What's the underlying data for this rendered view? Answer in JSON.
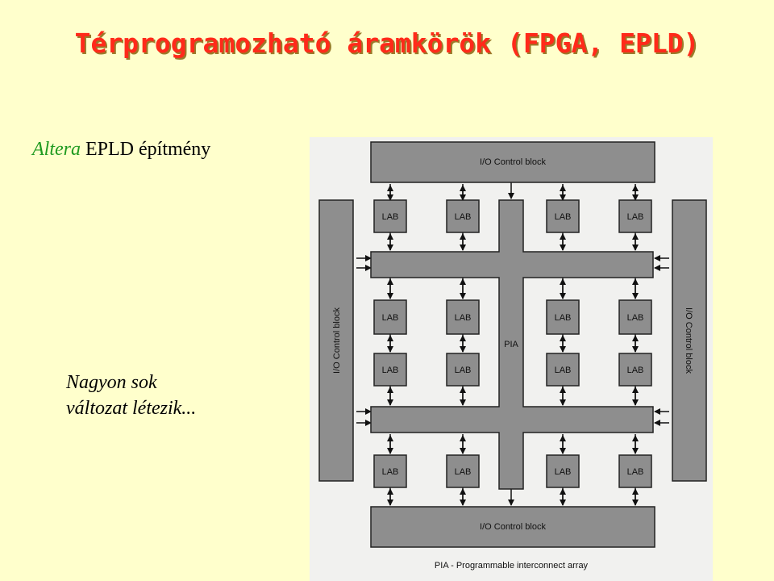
{
  "slide": {
    "title": "Térprogramozható áramkörök (FPGA, EPLD)",
    "subtitle_brand": "Altera",
    "subtitle_rest": " EPLD építmény",
    "note_line1": "Nagyon sok",
    "note_line2": "változat létezik..."
  },
  "diagram": {
    "io_top": "I/O Control block",
    "io_bottom": "I/O Control block",
    "io_left": "I/O Control block",
    "io_right": "I/O Control block",
    "lab": "LAB",
    "pia": "PIA",
    "caption": "PIA - Programmable interconnect array"
  },
  "colors": {
    "title": "#ff2a1a",
    "brand": "#1f9a1f",
    "background": "#ffffcc",
    "block_fill": "#8e8e8e"
  }
}
